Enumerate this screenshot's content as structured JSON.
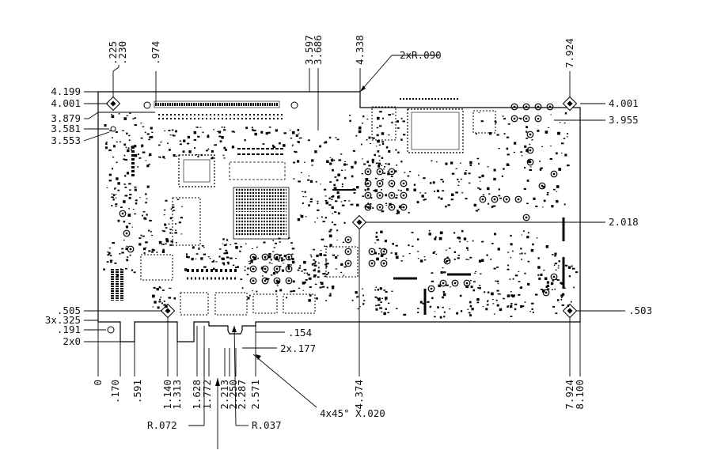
{
  "drawing": {
    "left_dimensions": [
      "4.199",
      "4.001",
      "3.879",
      "3.581",
      "3.553",
      ".505",
      "3x.325",
      ".191",
      "2x0"
    ],
    "right_dimensions": [
      "4.001",
      "3.955",
      "2.018",
      ".503"
    ],
    "top_dimensions": [
      ".225",
      ".230",
      ".974",
      "3.597",
      "3.686",
      "4.338",
      "7.924"
    ],
    "bottom_dimensions": [
      "0",
      ".170",
      ".591",
      "1.140",
      "1.313",
      "1.628",
      "1.772",
      "2.213",
      "2.250",
      "2.287",
      "2.571",
      "4.374",
      "7.924",
      "8.100"
    ],
    "callouts": {
      "corner_radius": "2xR.090",
      "notch_depth": ".154",
      "slot_width": "2x.177",
      "chamfer": "4x45° X.020",
      "radius_072": "R.072",
      "radius_037": "R.037"
    }
  }
}
